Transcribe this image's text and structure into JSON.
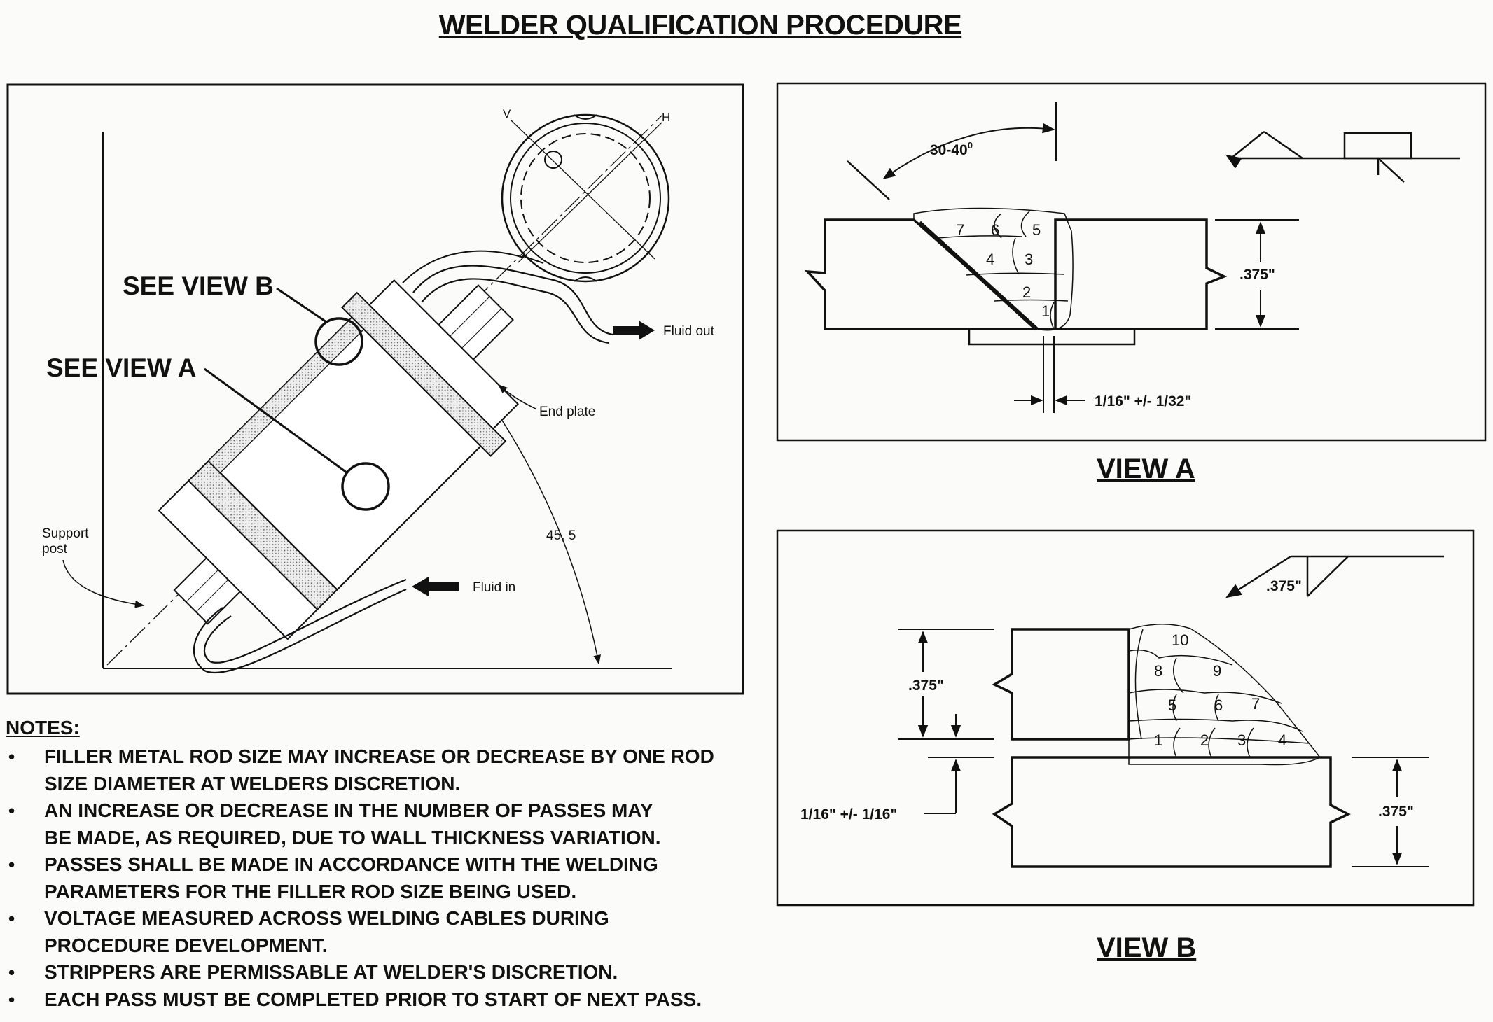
{
  "title": "WELDER QUALIFICATION PROCEDURE",
  "main_figure": {
    "see_view_b": "SEE VIEW B",
    "see_view_a": "SEE VIEW A",
    "label_v": "V",
    "label_h": "H",
    "fluid_out": "Fluid out",
    "fluid_in": "Fluid in",
    "end_plate": "End plate",
    "support_post": "Support\npost",
    "angle": "45, 5"
  },
  "view_a": {
    "label": "VIEW A",
    "angle": "30-40",
    "angle_sup": "0",
    "thickness": ".375\"",
    "gap": "1/16\" +/- 1/32\"",
    "passes": [
      "1",
      "2",
      "3",
      "4",
      "5",
      "6",
      "7"
    ]
  },
  "view_b": {
    "label": "VIEW B",
    "weld_size": ".375\"",
    "thickness_left": ".375\"",
    "thickness_right": ".375\"",
    "gap": "1/16\" +/- 1/16\"",
    "passes": [
      "1",
      "2",
      "3",
      "4",
      "5",
      "6",
      "7",
      "8",
      "9",
      "10"
    ]
  },
  "notes": {
    "heading": "NOTES:",
    "items": [
      "FILLER METAL ROD SIZE MAY INCREASE OR DECREASE BY ONE ROD\nSIZE DIAMETER AT WELDERS DISCRETION.",
      "AN INCREASE OR DECREASE IN THE NUMBER OF PASSES MAY\nBE MADE, AS REQUIRED, DUE TO WALL THICKNESS VARIATION.",
      "PASSES SHALL BE MADE IN ACCORDANCE WITH THE WELDING\nPARAMETERS FOR THE FILLER ROD SIZE BEING USED.",
      "VOLTAGE MEASURED ACROSS WELDING CABLES DURING\nPROCEDURE DEVELOPMENT.",
      "STRIPPERS ARE PERMISSABLE AT WELDER'S DISCRETION.",
      "EACH PASS MUST BE COMPLETED PRIOR TO START OF NEXT PASS."
    ]
  }
}
